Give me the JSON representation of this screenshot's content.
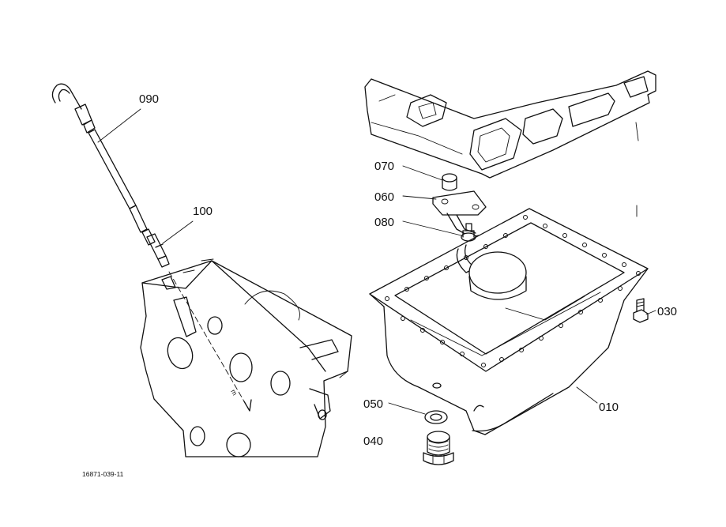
{
  "callouts": {
    "p010": "010",
    "p030": "030",
    "p040": "040",
    "p050": "050",
    "p060": "060",
    "p070": "070",
    "p080": "080",
    "p090": "090",
    "p100": "100"
  },
  "figure_id": "16871-039-11"
}
